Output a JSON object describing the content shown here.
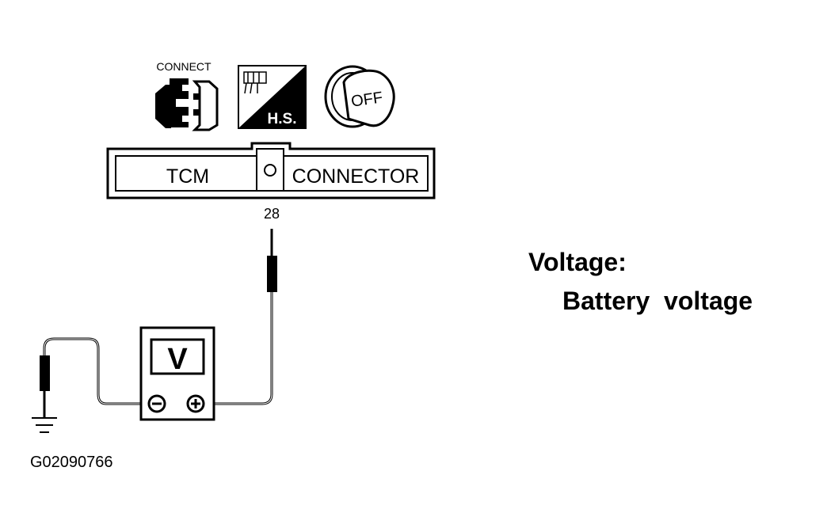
{
  "icons": {
    "connect_label": "CONNECT",
    "connect_icon": "connector-connect-icon",
    "hs_label": "H.S.",
    "hs_icon": "harness-side-icon",
    "ignition_label": "OFF",
    "ignition_icon": "ignition-key-off-icon"
  },
  "connector": {
    "left_label": "TCM",
    "right_label": "CONNECTOR",
    "terminal_number": "28"
  },
  "meter": {
    "display": "V",
    "negative_symbol": "⊖",
    "positive_symbol": "⊕",
    "ground_icon": "ground-symbol-icon"
  },
  "spec": {
    "title": "Voltage:",
    "value": "Battery  voltage"
  },
  "figure_id": "G02090766",
  "colors": {
    "ink": "#000000",
    "paper": "#ffffff"
  }
}
